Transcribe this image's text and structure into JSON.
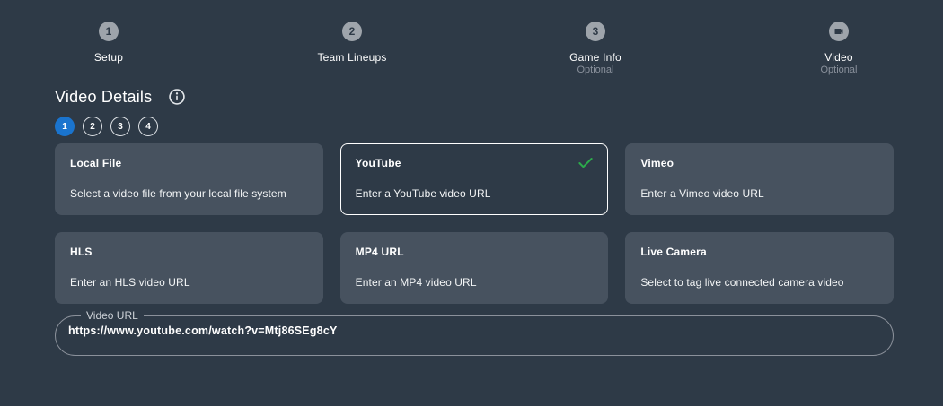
{
  "colors": {
    "background": "#2e3a47",
    "card_background": "#47525f",
    "accent_blue": "#1a74ce",
    "success_green": "#2cab4b",
    "step_circle_gray": "#9ea4ab",
    "connector_line": "#414d5b",
    "muted_text": "#8a919c",
    "input_border": "#8b919b"
  },
  "stepper": {
    "steps": [
      {
        "indicator": "1",
        "label": "Setup",
        "sublabel": ""
      },
      {
        "indicator": "2",
        "label": "Team Lineups",
        "sublabel": ""
      },
      {
        "indicator": "3",
        "label": "Game Info",
        "sublabel": "Optional"
      },
      {
        "indicator": "",
        "icon": "videocam-icon",
        "label": "Video",
        "sublabel": "Optional"
      }
    ]
  },
  "section": {
    "title": "Video Details",
    "info_icon": "info-icon"
  },
  "substeps": [
    {
      "label": "1",
      "active": true
    },
    {
      "label": "2",
      "active": false
    },
    {
      "label": "3",
      "active": false
    },
    {
      "label": "4",
      "active": false
    }
  ],
  "source_options": [
    {
      "title": "Local File",
      "description": "Select a video file from your local file system",
      "selected": false
    },
    {
      "title": "YouTube",
      "description": "Enter a YouTube video URL",
      "selected": true
    },
    {
      "title": "Vimeo",
      "description": "Enter a Vimeo video URL",
      "selected": false
    },
    {
      "title": "HLS",
      "description": "Enter an HLS video URL",
      "selected": false
    },
    {
      "title": "MP4 URL",
      "description": "Enter an MP4 video URL",
      "selected": false
    },
    {
      "title": "Live Camera",
      "description": "Select to tag live connected camera video",
      "selected": false
    }
  ],
  "video_url_field": {
    "label": "Video URL",
    "value": "https://www.youtube.com/watch?v=Mtj86SEg8cY"
  }
}
